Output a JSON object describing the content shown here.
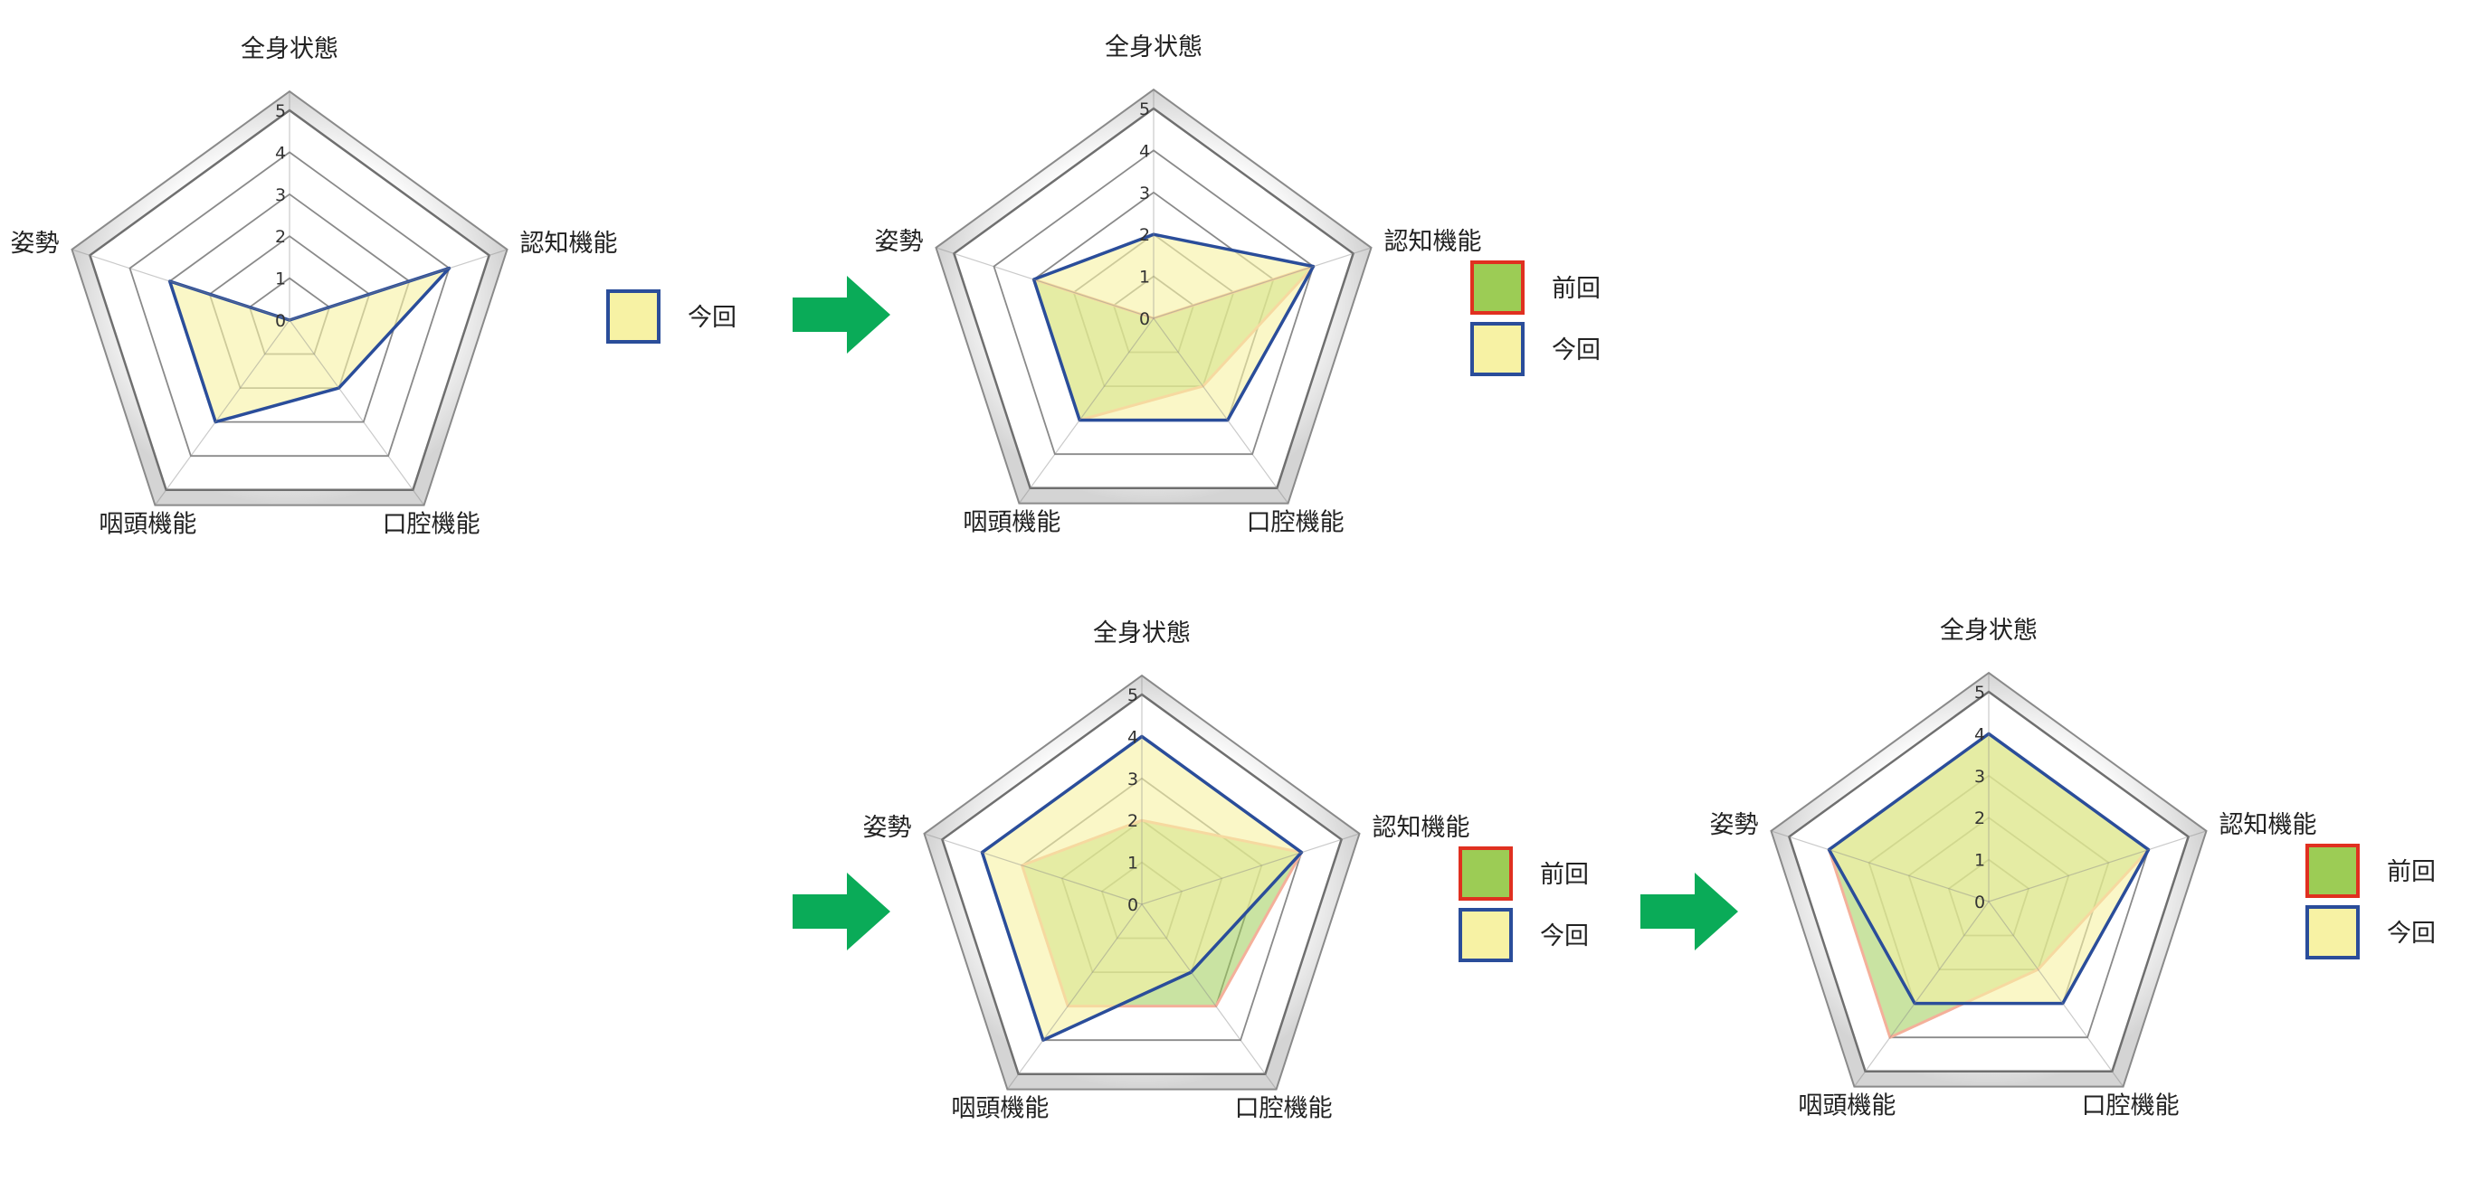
{
  "colors": {
    "current_fill": "#f7f2a4",
    "current_stroke": "#2a4d9a",
    "previous_fill": "#9ccc55",
    "previous_stroke": "#e03020",
    "previous_line_blend": "#f4b09a",
    "arrow": "#0aab58",
    "grid": "#8a8a8a"
  },
  "legend": {
    "previous": "前回",
    "current": "今回"
  },
  "chart_data": [
    {
      "type": "radar",
      "axes": [
        "全身状態",
        "認知機能",
        "口腔機能",
        "咽頭機能",
        "姿勢"
      ],
      "rlim": [
        0,
        5
      ],
      "ticks": [
        "0",
        "1",
        "2",
        "3",
        "4",
        "5"
      ],
      "series": [
        {
          "name": "今回",
          "values": [
            0,
            4,
            2,
            3,
            3
          ]
        }
      ],
      "legend_placement": "right"
    },
    {
      "type": "radar",
      "axes": [
        "全身状態",
        "認知機能",
        "口腔機能",
        "咽頭機能",
        "姿勢"
      ],
      "rlim": [
        0,
        5
      ],
      "ticks": [
        "0",
        "1",
        "2",
        "3",
        "4",
        "5"
      ],
      "series": [
        {
          "name": "前回",
          "values": [
            0,
            4,
            2,
            3,
            3
          ]
        },
        {
          "name": "今回",
          "values": [
            2,
            4,
            3,
            3,
            3
          ]
        }
      ],
      "legend_placement": "right"
    },
    {
      "type": "radar",
      "axes": [
        "全身状態",
        "認知機能",
        "口腔機能",
        "咽頭機能",
        "姿勢"
      ],
      "rlim": [
        0,
        5
      ],
      "ticks": [
        "0",
        "1",
        "2",
        "3",
        "4",
        "5"
      ],
      "series": [
        {
          "name": "前回",
          "values": [
            2,
            4,
            3,
            3,
            3
          ]
        },
        {
          "name": "今回",
          "values": [
            4,
            4,
            2,
            4,
            4
          ]
        }
      ],
      "legend_placement": "right"
    },
    {
      "type": "radar",
      "axes": [
        "全身状態",
        "認知機能",
        "口腔機能",
        "咽頭機能",
        "姿勢"
      ],
      "rlim": [
        0,
        5
      ],
      "ticks": [
        "0",
        "1",
        "2",
        "3",
        "4",
        "5"
      ],
      "series": [
        {
          "name": "前回",
          "values": [
            4,
            4,
            2,
            4,
            4
          ]
        },
        {
          "name": "今回",
          "values": [
            4,
            4,
            3,
            3,
            4
          ]
        }
      ],
      "legend_placement": "right"
    }
  ]
}
